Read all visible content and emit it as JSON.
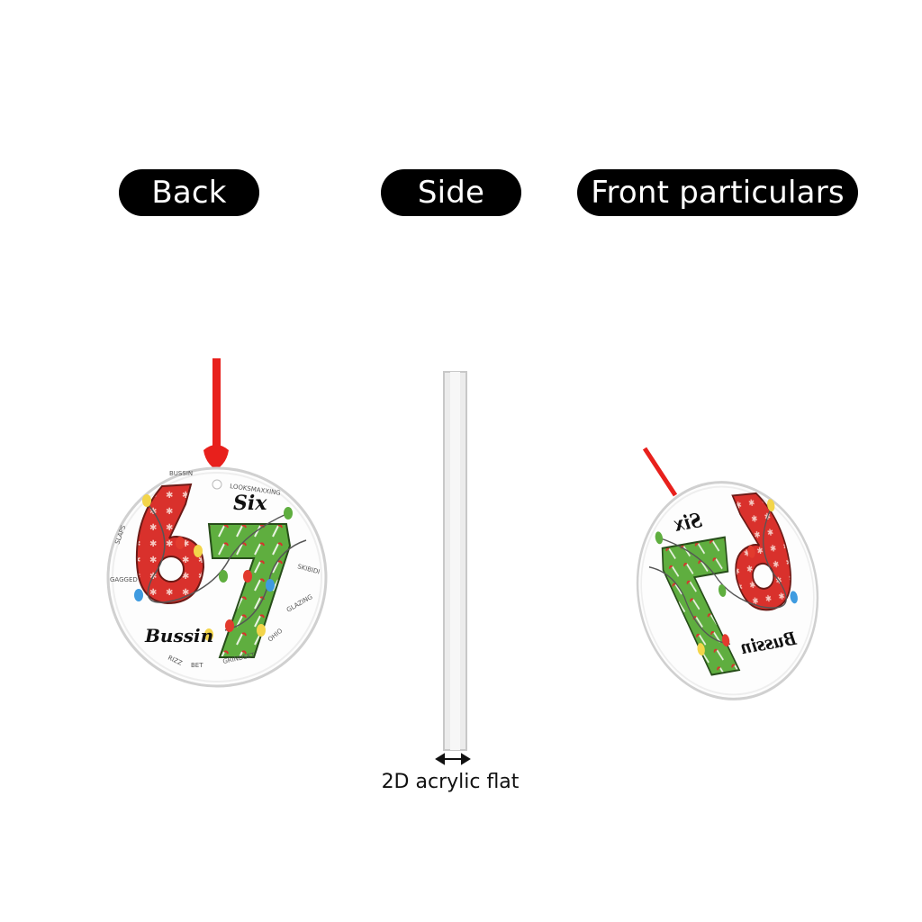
{
  "labels": {
    "back": "Back",
    "side": "Side",
    "front": "Front particulars",
    "side_caption": "2D acrylic flat"
  },
  "ornament": {
    "title_six": "Six",
    "title_bussin": "Bussin",
    "digits": "67",
    "slang_words": [
      "BUSSIN",
      "LOOKSMAXXING",
      "SLAPS",
      "GAGGED",
      "RIZZ",
      "BET",
      "GRINDSET",
      "OHIO",
      "GLAZING",
      "SKIBIDI"
    ]
  },
  "colors": {
    "pill_bg": "#000000",
    "ribbon": "#e8201c",
    "digit_red": "#d9312c",
    "digit_green": "#5fae3f",
    "acrylic_edge": "#d8d8d8"
  }
}
